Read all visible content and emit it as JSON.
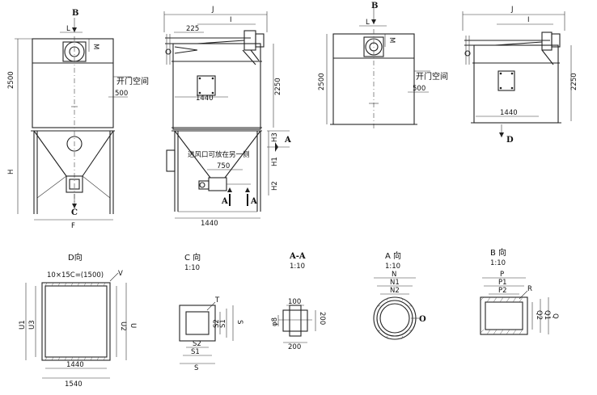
{
  "views": {
    "left_main": {
      "label_b": "B",
      "label_l": "L",
      "label_m": "M",
      "dim_2500": "2500",
      "open_door_space": "开门空间",
      "dim_500": "500",
      "label_h": "H",
      "label_c": "C",
      "label_f": "F"
    },
    "mid_main": {
      "label_j": "J",
      "label_i": "I",
      "dim_225": "225",
      "dim_2250": "2250",
      "dim_1440_box": "1440",
      "label_h3": "H3",
      "label_h1": "H1",
      "label_h2": "H2",
      "label_a_right": "A",
      "inlet_note": "进风口可放在另一侧",
      "dim_750": "750",
      "label_a_left": "A",
      "label_a_right2": "A",
      "dim_1440_base": "1440"
    },
    "right_small": {
      "label_b": "B",
      "label_l": "L",
      "label_m": "M",
      "dim_2500": "2500",
      "open_door_space": "开门空间",
      "dim_500": "500"
    },
    "right_main": {
      "label_j": "J",
      "label_i": "I",
      "dim_2250": "2250",
      "dim_1440": "1440",
      "label_d": "D"
    },
    "d_view": {
      "title": "D向",
      "spec": "10×15C=(1500)",
      "label_v": "V",
      "u1": "U1",
      "u3": "U3",
      "u2": "U2",
      "u": "U",
      "dim_1440": "1440",
      "dim_1540": "1540"
    },
    "c_view": {
      "title": "C 向",
      "scale": "1:10",
      "label_t": "T",
      "s2": "S2",
      "s1": "S1",
      "s": "S",
      "s2b": "S2",
      "s1b": "S1",
      "sb": "S"
    },
    "aa_view": {
      "title": "A-A",
      "scale": "1:10",
      "dim_100": "100",
      "dim_200_right": "200",
      "dim_200_bottom": "200",
      "label_left": "φ8"
    },
    "a_view": {
      "title": "A 向",
      "scale": "1:10",
      "n": "N",
      "n1": "N1",
      "n2": "N2",
      "o": "O"
    },
    "b_view": {
      "title": "B 向",
      "scale": "1:10",
      "p": "P",
      "p1": "P1",
      "p2": "P2",
      "r": "R",
      "q2": "Q2",
      "q1": "Q1",
      "q": "Q"
    }
  }
}
